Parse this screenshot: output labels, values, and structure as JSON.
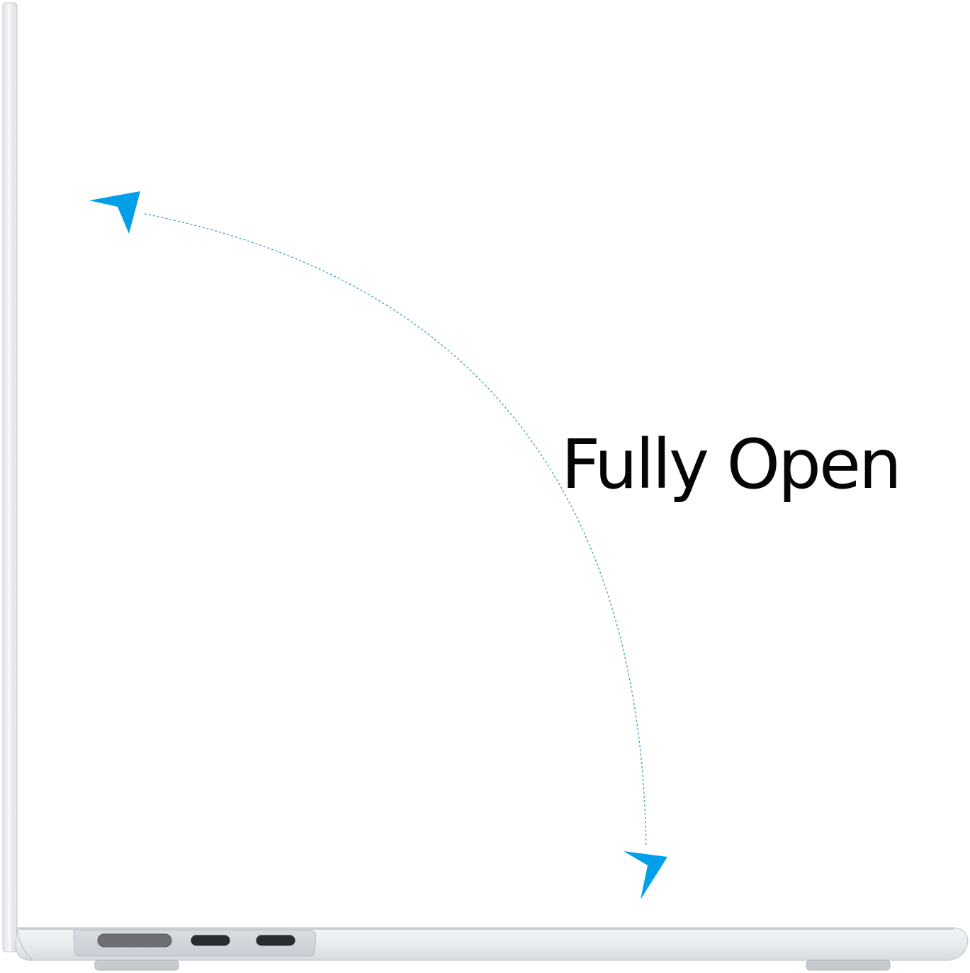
{
  "caption": {
    "text": "Fully Open"
  },
  "colors": {
    "arrow": "#00a0e9",
    "arc": "#3d9fb4",
    "shell": "#e7eaee",
    "shell_edge": "#b9bec5",
    "port": "#6c6e73",
    "text": "#050505"
  },
  "laptop": {
    "state": "fully open",
    "ports_visible": [
      "magsafe",
      "usb-c",
      "usb-c"
    ]
  }
}
